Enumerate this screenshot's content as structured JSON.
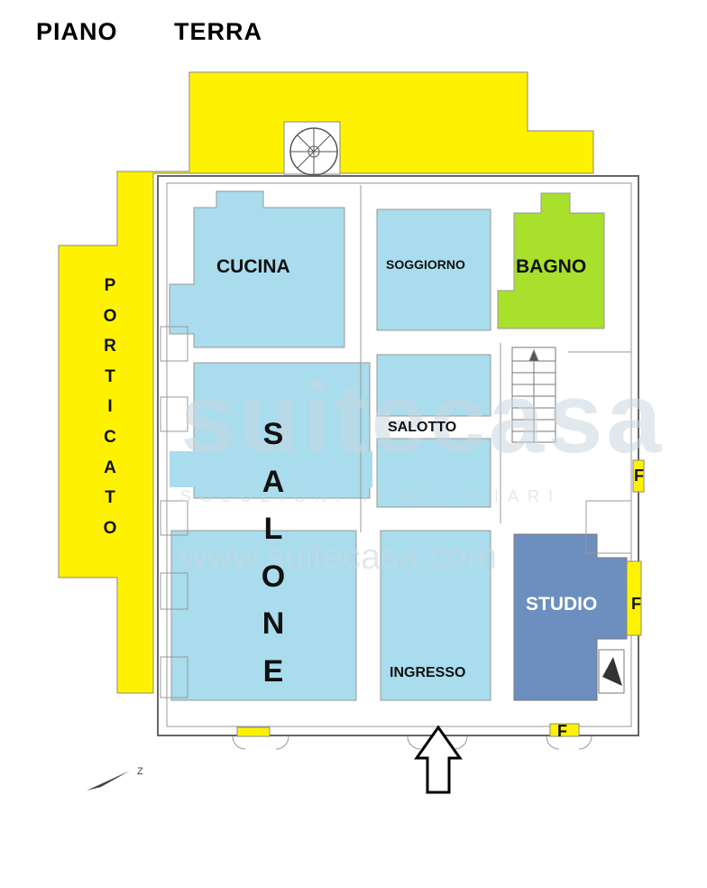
{
  "title": {
    "left": "PIANO",
    "right": "TERRA"
  },
  "rooms": {
    "cucina": "CUCINA",
    "soggiorno": "SOGGIORNO",
    "bagno": "BAGNO",
    "salotto": "SALOTTO",
    "ingresso": "INGRESSO",
    "studio": "STUDIO",
    "porticato": "PORTICATO",
    "salone": "SALONE"
  },
  "f_marks": {
    "f1": "F",
    "f2": "F",
    "f3": "F"
  },
  "watermark": {
    "main": "suitecasa",
    "sub": "SOLUZIONI IMMOBILIARI",
    "url": "www.suitecasa.com"
  },
  "colors": {
    "porticato": "#fff200",
    "rooms": "#a9dcec",
    "bagno": "#a8e02c",
    "studio": "#6c8fbf",
    "walls": "#555555",
    "f_marks": "#fff200"
  },
  "icons": {
    "north": "north-arrow-icon",
    "entrance": "entrance-arrow-icon",
    "stair": "spiral-staircase-icon"
  }
}
